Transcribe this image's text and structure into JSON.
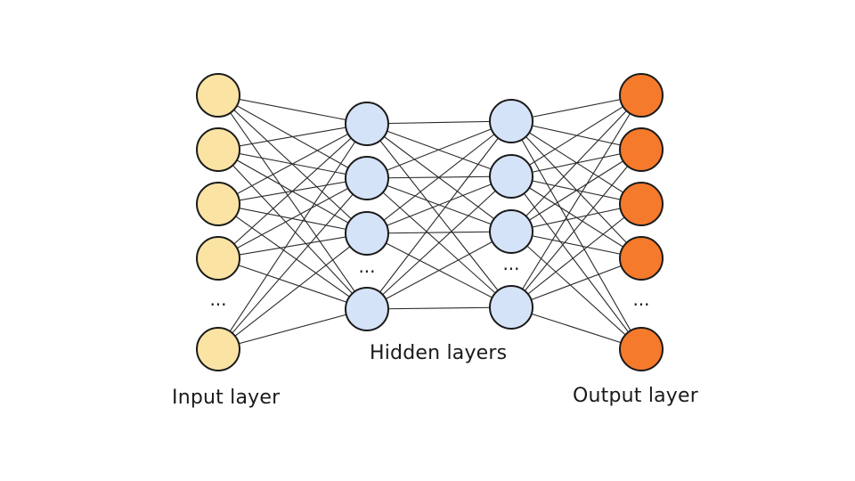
{
  "labels": {
    "input": "Input layer",
    "hidden": "Hidden layers",
    "output": "Output layer"
  },
  "ellipsis": "...",
  "colors": {
    "input_node": "#FBE3A4",
    "hidden_node": "#D5E3F8",
    "output_node": "#F57A2C",
    "edge": "#2a2a2a",
    "node_stroke": "#1a1a1a"
  },
  "layers": [
    {
      "name": "input",
      "visible_nodes": 5,
      "shows_ellipsis": true
    },
    {
      "name": "hidden-1",
      "visible_nodes": 4,
      "shows_ellipsis": true
    },
    {
      "name": "hidden-2",
      "visible_nodes": 4,
      "shows_ellipsis": true
    },
    {
      "name": "output",
      "visible_nodes": 5,
      "shows_ellipsis": true
    }
  ],
  "connectivity": "fully-connected between adjacent layers"
}
